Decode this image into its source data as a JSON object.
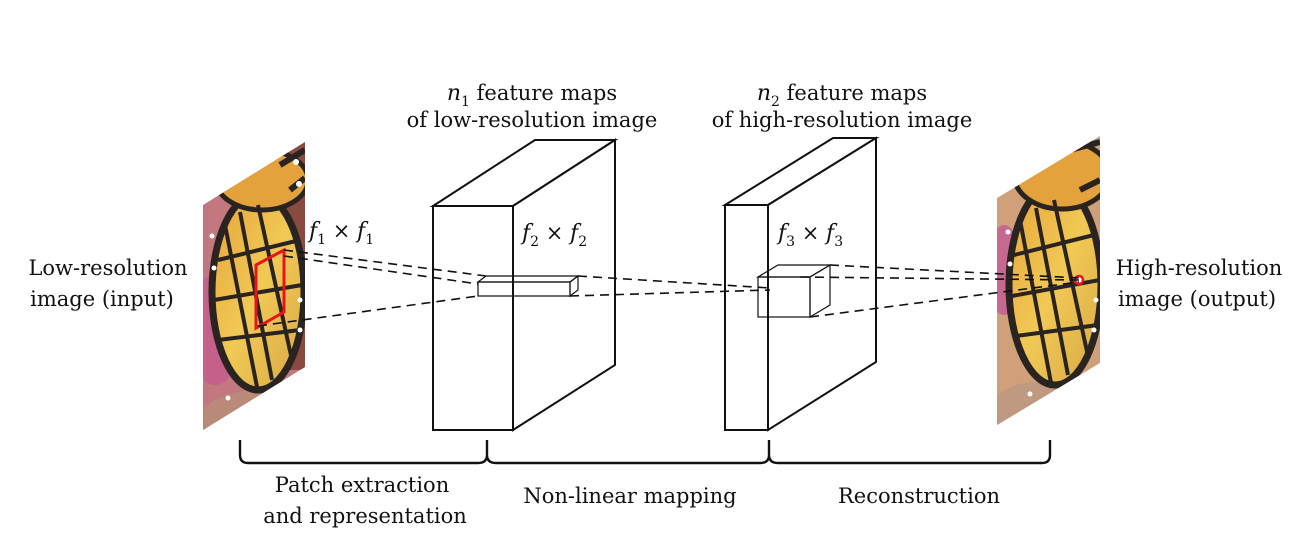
{
  "title_left": {
    "line1_var": "n",
    "line1_sub": "1",
    "line1_rest": " feature maps",
    "line2": "of low-resolution image"
  },
  "title_right": {
    "line1_var": "n",
    "line1_sub": "2",
    "line1_rest": " feature maps",
    "line2": "of high-resolution image"
  },
  "input_label": {
    "line1": "Low-resolution",
    "line2": "image (input)"
  },
  "output_label": {
    "line1": "High-resolution",
    "line2": "image (output)"
  },
  "filters": {
    "f1": {
      "var": "f",
      "sub": "1",
      "times": " × "
    },
    "f2": {
      "var": "f",
      "sub": "2",
      "times": " × "
    },
    "f3": {
      "var": "f",
      "sub": "3",
      "times": " × "
    }
  },
  "stages": {
    "patch_line1": "Patch extraction",
    "patch_line2": "and representation",
    "mapping": "Non-linear mapping",
    "reconstruction": "Reconstruction"
  },
  "colors": {
    "patch_outline": "#e8141a",
    "butterfly_orange": "#e0a640",
    "butterfly_yellow": "#f0c850",
    "butterfly_dark": "#2a2420",
    "flower_pink": "#c06a86"
  },
  "icons": {
    "input_image": "butterfly-wing-photo",
    "output_image": "butterfly-wing-photo"
  }
}
